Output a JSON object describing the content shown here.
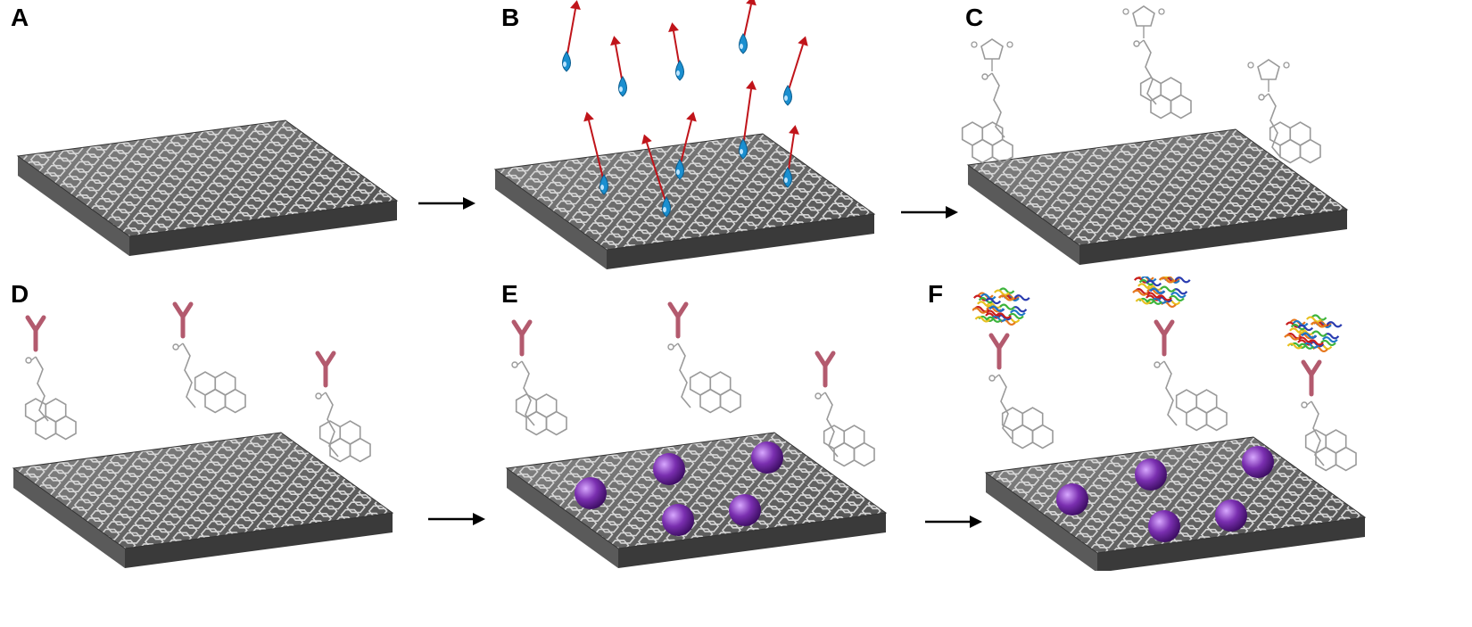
{
  "panels": [
    {
      "label": "A"
    },
    {
      "label": "B"
    },
    {
      "label": "C"
    },
    {
      "label": "D"
    },
    {
      "label": "E"
    },
    {
      "label": "F"
    }
  ],
  "colors": {
    "sheet_top": "#6b6b6b",
    "sheet_edge": "#3a3a3a",
    "hex_line": "#d6d6d6",
    "molecule": "#9a9a9a",
    "antibody": "#b35a6e",
    "water": "#1a8fd0",
    "release_arrow": "#c0141a",
    "nanoparticle": "#7a2fb0"
  },
  "icons": [
    "graphene-sheet",
    "water-droplet",
    "release-arrow",
    "nhs-ester-linker",
    "pyrene-group",
    "antibody",
    "nanoparticle",
    "protein-antigen",
    "process-arrow"
  ]
}
